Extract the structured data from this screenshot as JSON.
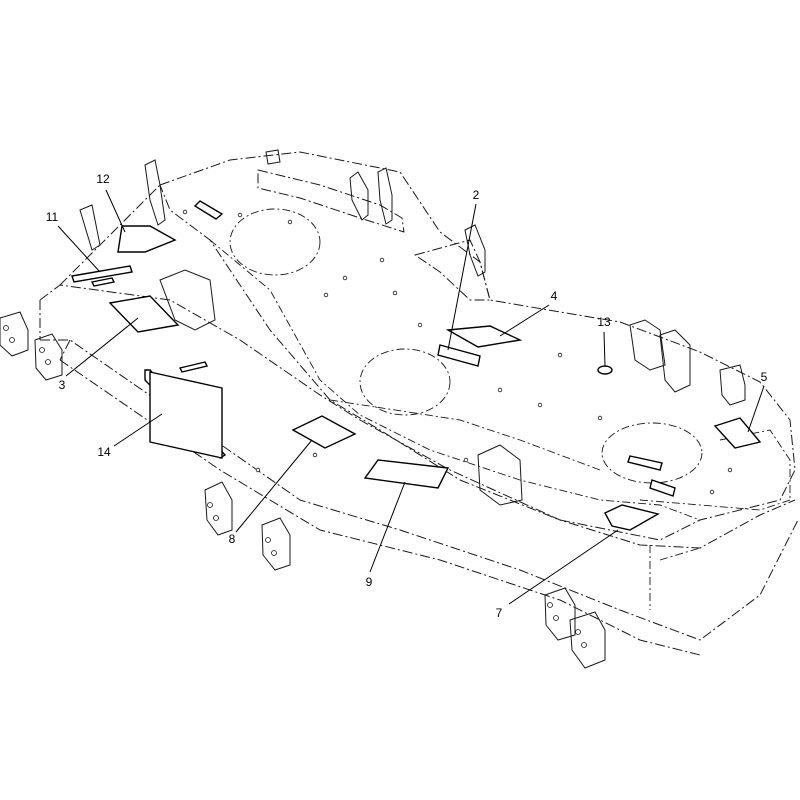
{
  "callouts": [
    {
      "id": "c2",
      "label": "2"
    },
    {
      "id": "c3",
      "label": "3"
    },
    {
      "id": "c4",
      "label": "4"
    },
    {
      "id": "c5",
      "label": "5"
    },
    {
      "id": "c7",
      "label": "7"
    },
    {
      "id": "c8",
      "label": "8"
    },
    {
      "id": "c9",
      "label": "9"
    },
    {
      "id": "c11",
      "label": "11"
    },
    {
      "id": "c12",
      "label": "12"
    },
    {
      "id": "c13",
      "label": "13"
    },
    {
      "id": "c14",
      "label": "14"
    }
  ]
}
